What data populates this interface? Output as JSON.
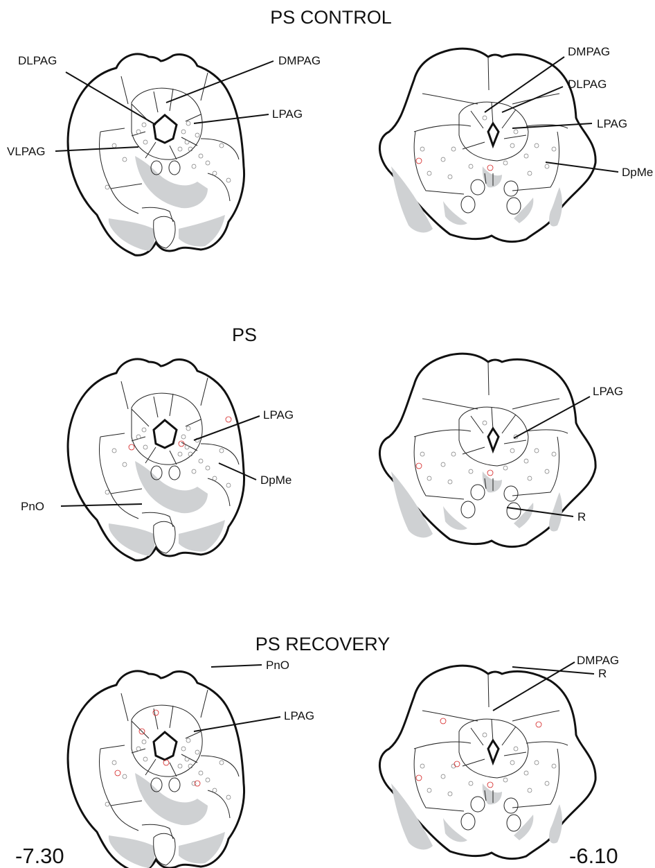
{
  "titles": {
    "top": "PS CONTROL",
    "middle": "PS",
    "bottom": "PS RECOVERY"
  },
  "levels": {
    "left": "-7.30",
    "right": "-6.10"
  },
  "labels": {
    "ctrl_left": [
      "DLPAG",
      "DMPAG",
      "LPAG",
      "VLPAG"
    ],
    "ctrl_right": [
      "DMPAG",
      "DLPAG",
      "LPAG",
      "DpMe"
    ],
    "ps_left": [
      "LPAG",
      "DpMe",
      "PnO"
    ],
    "ps_right": [
      "LPAG",
      "R"
    ],
    "rec_left": [
      "LPAG",
      "PnO"
    ],
    "rec_right": [
      "DMPAG",
      "R"
    ]
  },
  "colors": {
    "gray_region": "#cfd1d3",
    "labeled_cell_red": "#d42020",
    "outline": "#111111"
  }
}
